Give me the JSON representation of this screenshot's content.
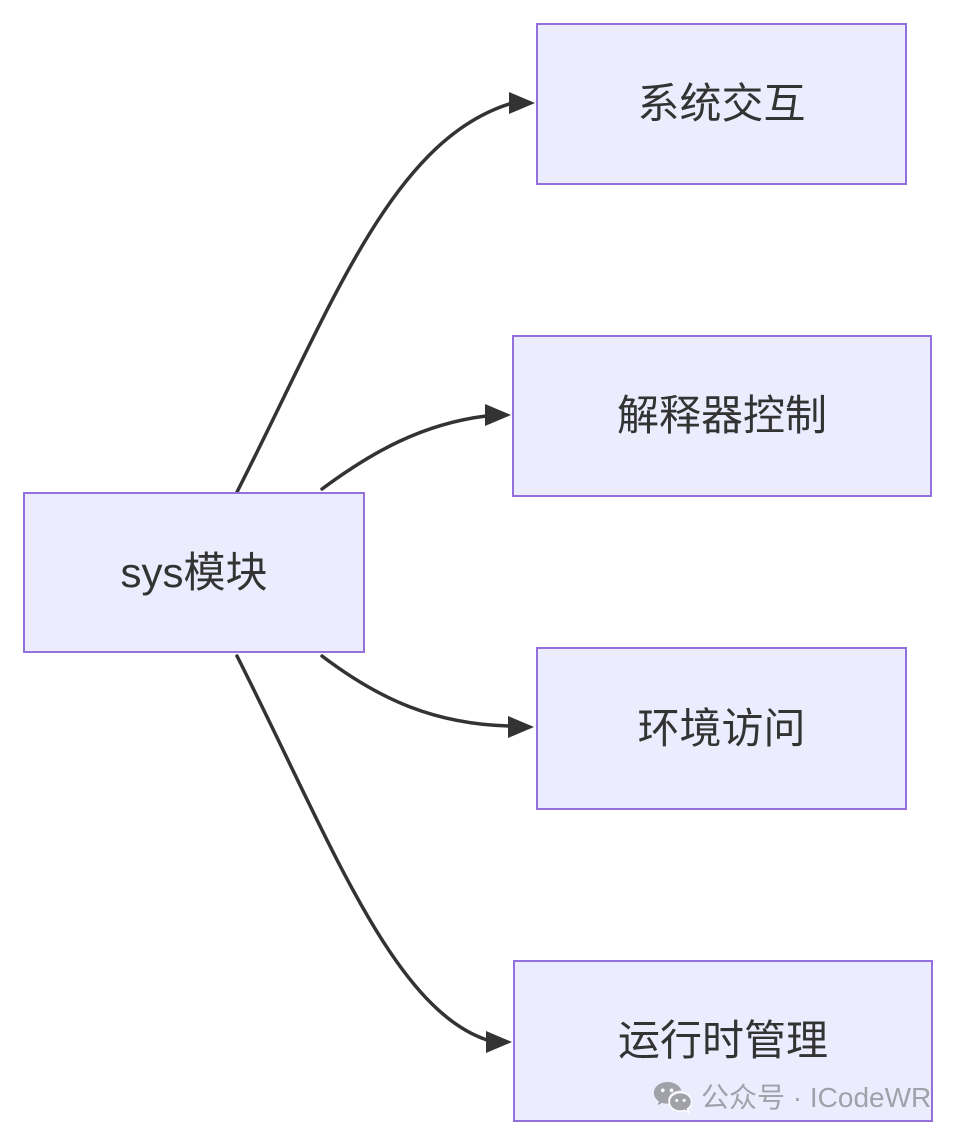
{
  "diagram": {
    "type": "flowchart-LR",
    "root": {
      "id": "sys",
      "label": "sys模块"
    },
    "children": [
      {
        "id": "system-interaction",
        "label": "系统交互"
      },
      {
        "id": "interpreter-control",
        "label": "解释器控制"
      },
      {
        "id": "environment-access",
        "label": "环境访问"
      },
      {
        "id": "runtime-management",
        "label": "运行时管理"
      }
    ],
    "edges": [
      {
        "from": "sys模块",
        "to": "系统交互"
      },
      {
        "from": "sys模块",
        "to": "解释器控制"
      },
      {
        "from": "sys模块",
        "to": "环境访问"
      },
      {
        "from": "sys模块",
        "to": "运行时管理"
      }
    ],
    "colors": {
      "node_fill": "#ECECFF",
      "node_border": "#9370DB",
      "edge_stroke": "#333333",
      "text": "#333333",
      "background": "#FFFFFF"
    }
  },
  "watermark": {
    "icon": "wechat-icon",
    "text": "公众号 · ICodeWR",
    "color": "#9B9BA3"
  }
}
